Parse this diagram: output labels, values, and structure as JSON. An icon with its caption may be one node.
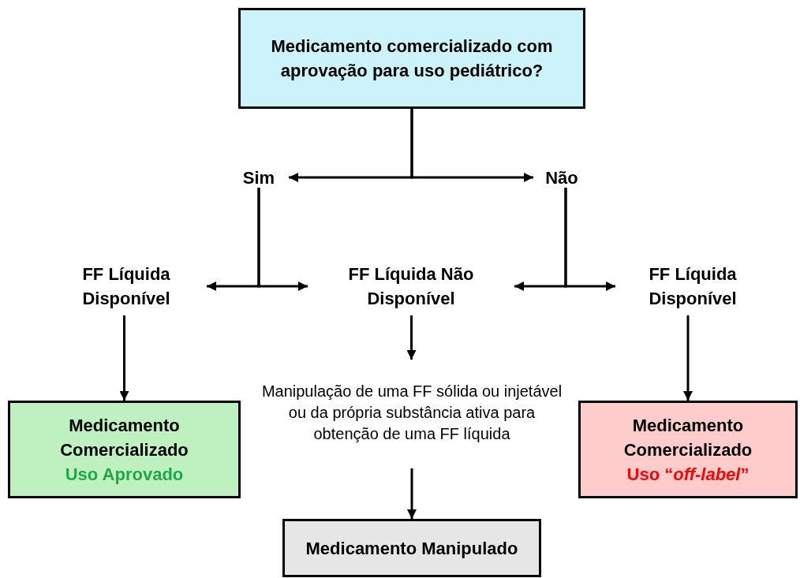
{
  "diagram": {
    "nodes": [
      {
        "text": [
          "Medicamento comercializado com aprovação para uso pediátrico?"
        ]
      },
      {
        "text": [
          "Sim"
        ]
      },
      {
        "text": [
          "Não"
        ]
      },
      {
        "text": [
          "FF Líquida Disponível"
        ]
      },
      {
        "text": [
          "FF Líquida Não Disponível"
        ]
      },
      {
        "text": [
          "FF Líquida Disponível"
        ]
      },
      {
        "text": [
          "Manipulação de uma FF sólida ou injetável ou da própria substância ativa para obtenção de uma FF líquida"
        ]
      },
      {
        "text": [
          "Medicamento Comercializado",
          "Uso Aprovado"
        ]
      },
      {
        "text": [
          "Medicamento Comercializado",
          "Uso “*off-label*”"
        ]
      },
      {
        "text": [
          "Medicamento Manipulado"
        ]
      }
    ],
    "edges": [
      {
        "from": 0,
        "to": 1,
        "arrow": "to"
      },
      {
        "from": 0,
        "to": 2,
        "arrow": "to"
      },
      {
        "from": 1,
        "to": 3,
        "arrow": "to"
      },
      {
        "from": 1,
        "to": 4,
        "arrow": "to"
      },
      {
        "from": 2,
        "to": 4,
        "arrow": "to"
      },
      {
        "from": 2,
        "to": 5,
        "arrow": "to"
      },
      {
        "from": 3,
        "to": 7,
        "arrow": "to"
      },
      {
        "from": 4,
        "to": 6,
        "arrow": "to"
      },
      {
        "from": 5,
        "to": 8,
        "arrow": "to"
      },
      {
        "from": 6,
        "to": 9,
        "arrow": "to"
      }
    ]
  }
}
